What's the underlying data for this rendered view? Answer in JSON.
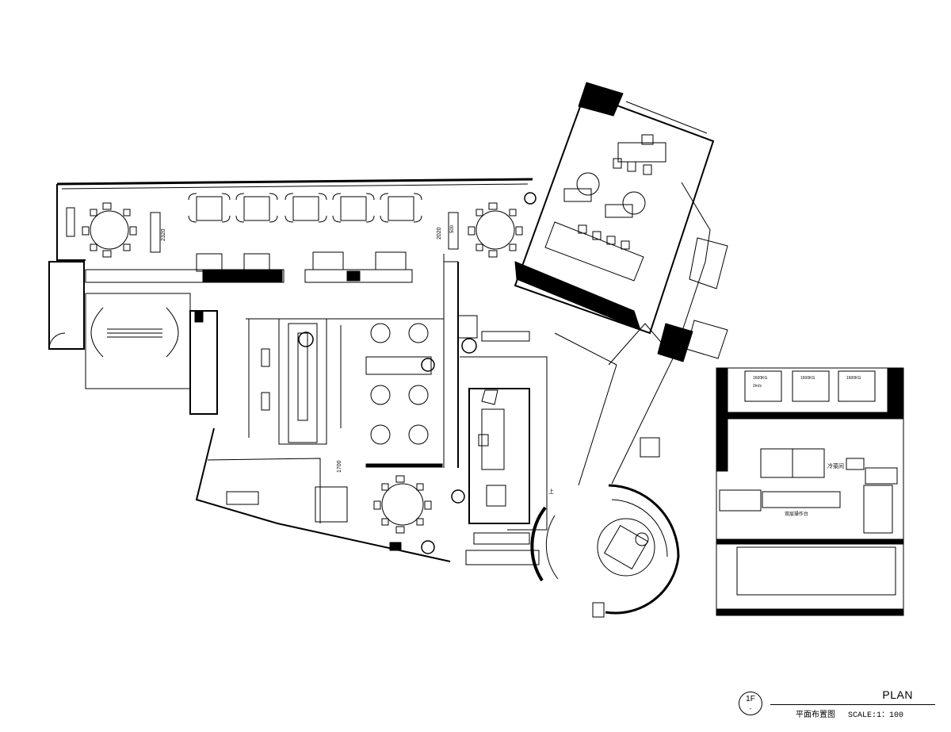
{
  "drawing": {
    "floor": "1F",
    "floor_sub": "-",
    "title": "PLAN",
    "subtitle": "平面布置图",
    "scale": "SCALE:1：100"
  },
  "dimensions": {
    "d2320": "2320",
    "d2020": "2020",
    "d1700": "1700",
    "d500": "500"
  },
  "annotations": {
    "cold_dish": "冷菜间",
    "double_counter": "双层操作台",
    "up": "上",
    "lift1": "1600KG",
    "lift2": "1600KG",
    "lift3": "1600KG",
    "lift_speed": "2m/s"
  }
}
